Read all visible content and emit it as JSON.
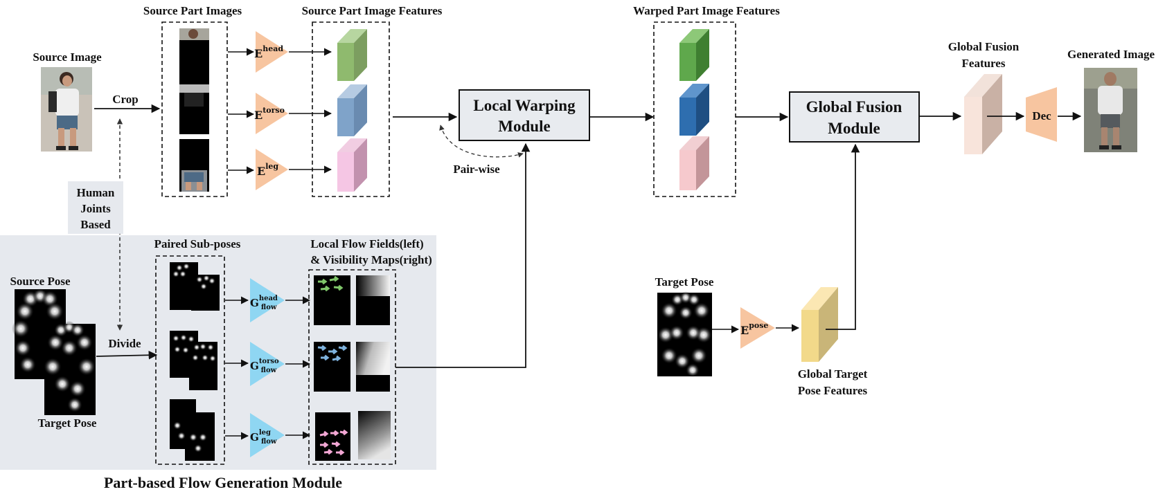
{
  "colors": {
    "panel_bg": "#e6e9ee",
    "module_fill": "#e8ebef",
    "encoder": "#f7c5a0",
    "flow_generator": "#8fd6f2",
    "feature_head": "#8fba6e",
    "feature_torso": "#7fa3c9",
    "feature_leg": "#d9a5c4",
    "warped_head": "#5fa84c",
    "warped_torso": "#2e6eaf",
    "warped_leg": "#e0b1b6",
    "global_fusion_feature": "#e2c8bc",
    "target_pose_feature": "#f2d98a"
  },
  "labels": {
    "source_image": "Source Image",
    "crop": "Crop",
    "human_joints": "Human",
    "joints": "Joints",
    "based": "Based",
    "source_part_images": "Source Part Images",
    "source_part_features": "Source Part Image Features",
    "warped_part_features": "Warped Part Image Features",
    "local_warping_1": "Local Warping",
    "local_warping_2": "Module",
    "global_fusion_1": "Global Fusion",
    "global_fusion_2": "Module",
    "global_fusion_features_1": "Global Fusion",
    "global_fusion_features_2": "Features",
    "generated_image": "Generated Image",
    "dec": "Dec",
    "pair_wise": "Pair-wise",
    "source_pose": "Source Pose",
    "target_pose_left": "Target Pose",
    "divide": "Divide",
    "paired_sub_poses": "Paired Sub-poses",
    "local_flow_1": "Local Flow Fields(left)",
    "local_flow_2": "& Visibility Maps(right)",
    "target_pose_right": "Target Pose",
    "global_target_1": "Global Target",
    "global_target_2": "Pose Features",
    "part_based_module": "Part-based Flow Generation Module"
  },
  "encoders": {
    "head": {
      "base": "E",
      "sup": "head"
    },
    "torso": {
      "base": "E",
      "sup": "torso"
    },
    "leg": {
      "base": "E",
      "sup": "leg"
    },
    "pose": {
      "base": "E",
      "sup": "pose"
    }
  },
  "flow_generators": {
    "head": {
      "base": "G",
      "sup": "head",
      "sub": "flow"
    },
    "torso": {
      "base": "G",
      "sup": "torso",
      "sub": "flow"
    },
    "leg": {
      "base": "G",
      "sup": "leg",
      "sub": "flow"
    }
  }
}
